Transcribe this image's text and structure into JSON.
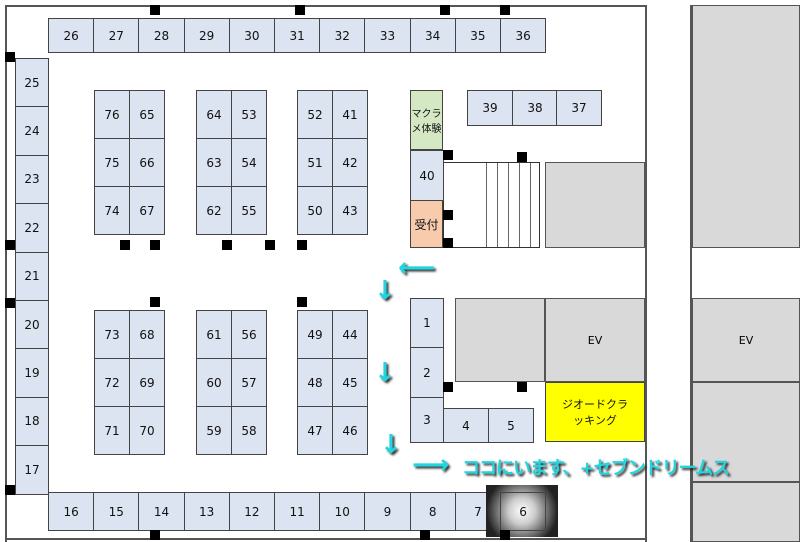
{
  "booths": {
    "1": "1",
    "2": "2",
    "3": "3",
    "4": "4",
    "5": "5",
    "6": "6",
    "7": "7",
    "8": "8",
    "9": "9",
    "10": "10",
    "11": "11",
    "12": "12",
    "13": "13",
    "14": "14",
    "15": "15",
    "16": "16",
    "17": "17",
    "18": "18",
    "19": "19",
    "20": "20",
    "21": "21",
    "22": "22",
    "23": "23",
    "24": "24",
    "25": "25",
    "26": "26",
    "27": "27",
    "28": "28",
    "29": "29",
    "30": "30",
    "31": "31",
    "32": "32",
    "33": "33",
    "34": "34",
    "35": "35",
    "36": "36",
    "37": "37",
    "38": "38",
    "39": "39",
    "40": "40",
    "41": "41",
    "42": "42",
    "43": "43",
    "44": "44",
    "45": "45",
    "46": "46",
    "47": "47",
    "48": "48",
    "49": "49",
    "50": "50",
    "51": "51",
    "52": "52",
    "53": "53",
    "54": "54",
    "55": "55",
    "56": "56",
    "57": "57",
    "58": "58",
    "59": "59",
    "60": "60",
    "61": "61",
    "62": "62",
    "63": "63",
    "64": "64",
    "65": "65",
    "66": "66",
    "67": "67",
    "68": "68",
    "69": "69",
    "70": "70",
    "71": "71",
    "72": "72",
    "73": "73",
    "74": "74",
    "75": "75",
    "76": "76"
  },
  "special": {
    "macrame": "マクラメ体験",
    "reception": "受付",
    "jiord": "ジオードクラッキング",
    "ev1": "EV",
    "ev2": "EV"
  },
  "annotation": "ココにいます、+セブンドリームス",
  "colors": {
    "booth": "#dce3f1",
    "macrame": "#d5e8c4",
    "reception": "#f8cbad",
    "highlight": "#ffff00",
    "arrow": "#1fd6e0"
  }
}
